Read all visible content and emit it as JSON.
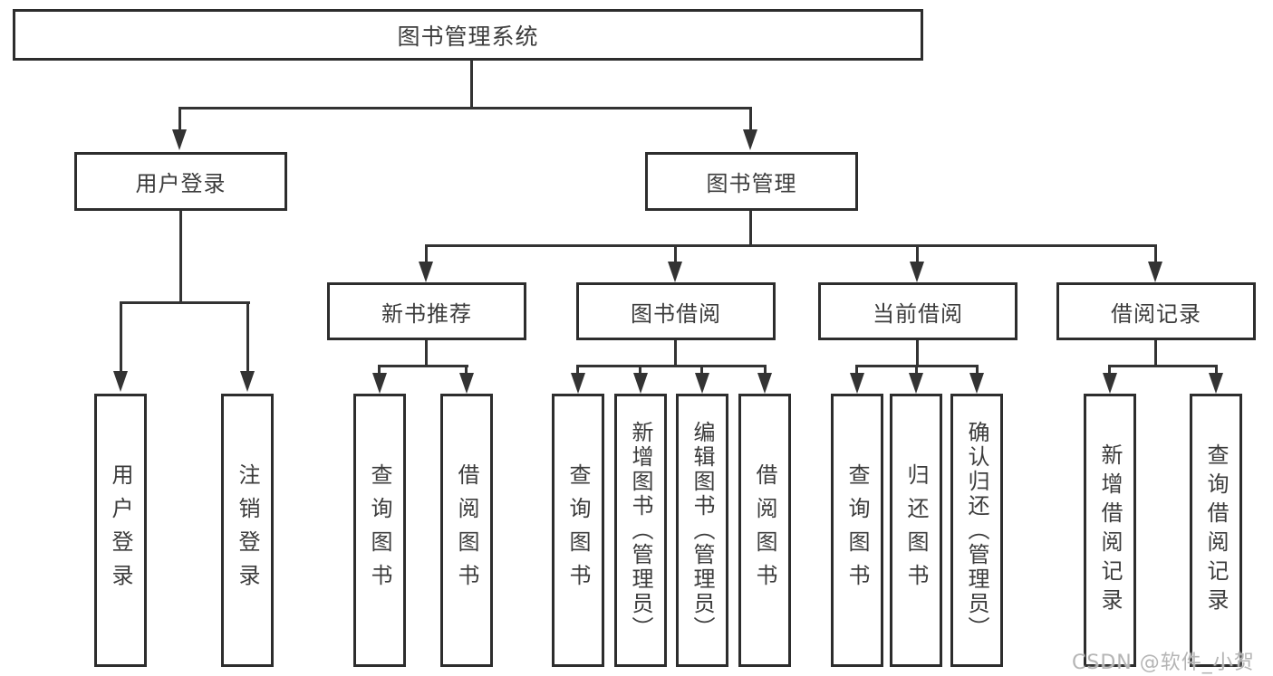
{
  "nodes": {
    "root": "图书管理系统",
    "user_login": "用户登录",
    "book_mgmt": "图书管理",
    "new_books": "新书推荐",
    "book_borrow": "图书借阅",
    "current_borrow": "当前借阅",
    "borrow_records": "借阅记录"
  },
  "leaves": {
    "user_login_child1": "用户登录",
    "user_login_child2": "注销登录",
    "new_books_child1": "查询图书",
    "new_books_child2": "借阅图书",
    "book_borrow_child1": "查询图书",
    "book_borrow_child2": "新增图书（管理员）",
    "book_borrow_child3": "编辑图书（管理员）",
    "book_borrow_child4": "借阅图书",
    "current_borrow_child1": "查询图书",
    "current_borrow_child2": "归还图书",
    "current_borrow_child3": "确认归还（管理员）",
    "borrow_records_child1": "新增借阅记录",
    "borrow_records_child2": "查询借阅记录"
  },
  "watermark": "CSDN @软件_小贺同学",
  "colors": {
    "line": "#333333",
    "border": "#2d2d2d",
    "text": "#3c3c3c",
    "background": "#ffffff",
    "watermark": "#b5b5b5"
  }
}
